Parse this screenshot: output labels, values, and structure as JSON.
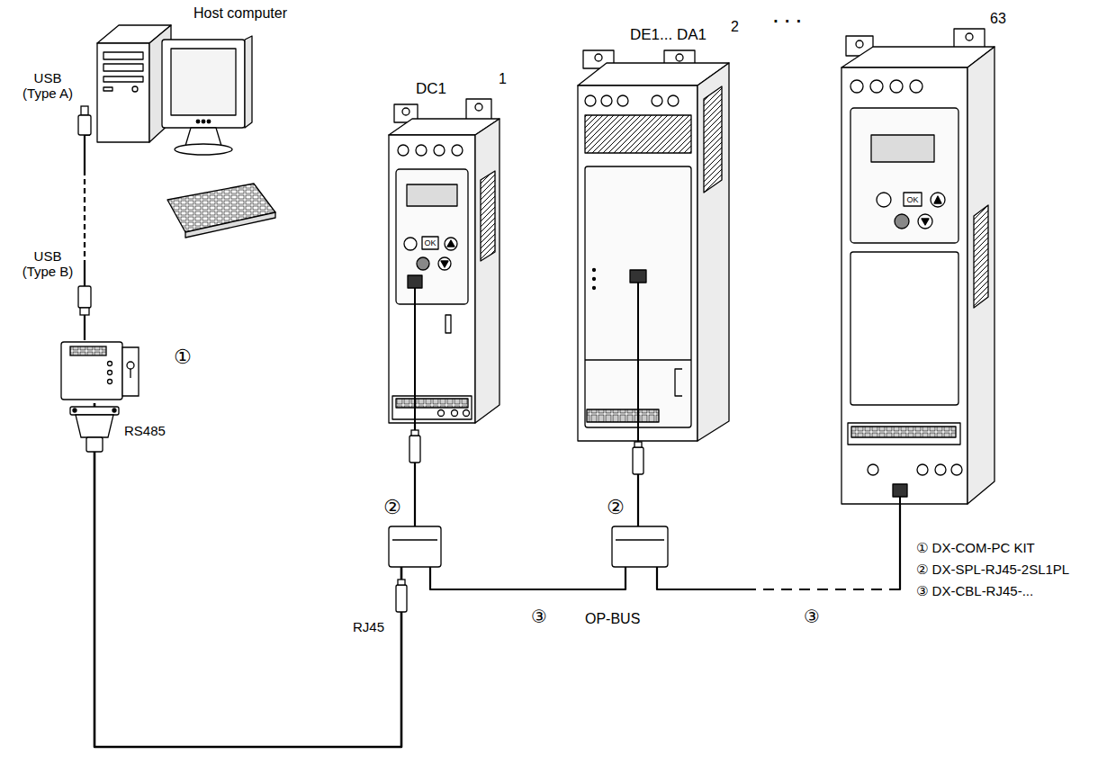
{
  "diagram": {
    "nodes": [
      {
        "text": [
          "Host computer"
        ]
      },
      {
        "text": [
          "①"
        ]
      },
      {
        "text": [
          "DC1",
          "1"
        ]
      },
      {
        "text": [
          "DE1... DA1",
          "2"
        ]
      },
      {
        "text": [
          "63"
        ]
      },
      {
        "text": [
          "②"
        ]
      },
      {
        "text": [
          "②"
        ]
      }
    ],
    "edges": [
      {
        "from": 0,
        "to": 1,
        "arrow": "none"
      },
      {
        "from": 1,
        "to": 5,
        "arrow": "none"
      },
      {
        "from": 5,
        "to": 2,
        "arrow": "none"
      },
      {
        "from": 5,
        "to": 6,
        "arrow": "none"
      },
      {
        "from": 6,
        "to": 3,
        "arrow": "none"
      },
      {
        "from": 6,
        "to": 4,
        "arrow": "none"
      }
    ],
    "labels": [
      "USB (Type A)",
      "USB (Type B)",
      "RS485",
      "RJ45",
      "OK",
      "...",
      "OK",
      "③",
      "OP-BUS",
      "③",
      "① DX-COM-PC KIT",
      "② DX-SPL-RJ45-2SL1PL",
      "③ DX-CBL-RJ45-..."
    ]
  }
}
